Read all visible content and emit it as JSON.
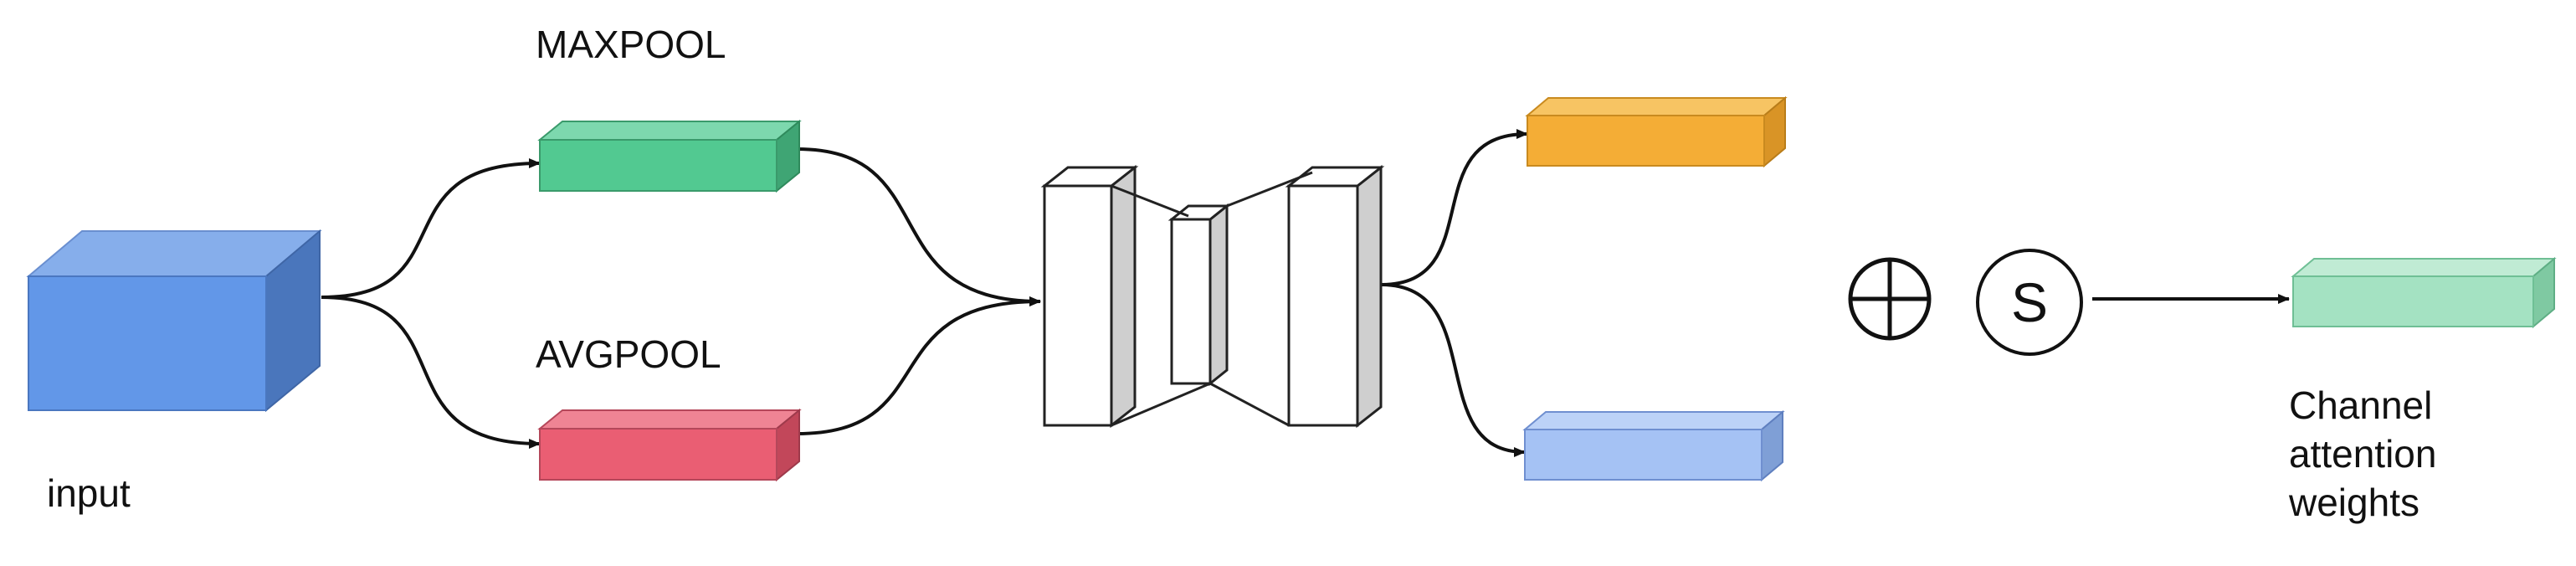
{
  "labels": {
    "maxpool": "MAXPOOL",
    "avgpool": "AVGPOOL",
    "input": "input",
    "channel_attention": "Channel attention weights"
  },
  "symbols": {
    "add": "⊕",
    "sigmoid": "S"
  },
  "colors": {
    "input_front": "#6297E8",
    "input_top": "#86AEEB",
    "input_side": "#4A76BC",
    "maxpool_front": "#52C991",
    "maxpool_top": "#7DD8AE",
    "maxpool_side": "#3FA574",
    "avgpool_front": "#EA5E73",
    "avgpool_top": "#EF8494",
    "avgpool_side": "#C2475A",
    "orange_front": "#F4AD36",
    "orange_top": "#F7C463",
    "orange_side": "#D99426",
    "blue_front": "#A5C2F4",
    "blue_top": "#BCD2F7",
    "blue_side": "#7F9FD6",
    "output_front": "#A4E2C2",
    "output_top": "#C0EBD4",
    "output_side": "#7FC9A2",
    "mlp_face": "#ffffff",
    "mlp_side": "#CFCFCF",
    "stroke": "#222222"
  }
}
